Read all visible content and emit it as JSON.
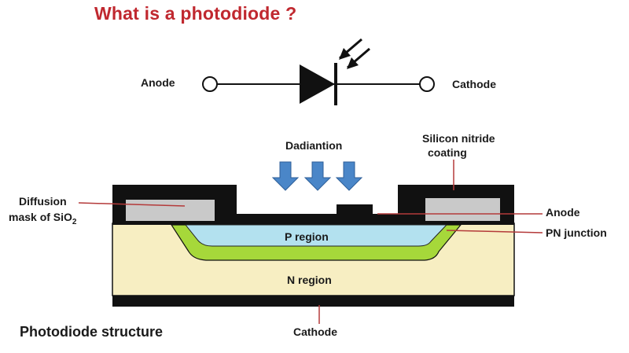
{
  "title": "What is  a photodiode ?",
  "symbol": {
    "anode_label": "Anode",
    "cathode_label": "Cathode"
  },
  "structure": {
    "radiation_label": "Dadiantion",
    "silicon_nitride_label_1": "Silicon nitride",
    "silicon_nitride_label_2": "coating",
    "diffusion_label_1": "Diffusion",
    "diffusion_label_2": "mask of SiO",
    "diffusion_label_sub": "2",
    "anode_label": "Anode",
    "pn_junction_label": "PN junction",
    "p_region_label": "P region",
    "n_region_label": "N region",
    "cathode_label": "Cathode",
    "caption": "Photodiode  structure"
  },
  "colors": {
    "title": "#c0282f",
    "n_region": "#f7eec2",
    "p_region": "#b3e1ef",
    "pn_junction": "#a6d83a",
    "sio2_mask": "#c9c9c9",
    "arrow": "#4a86c8",
    "pointer": "#b43a3a",
    "metal": "#111111"
  }
}
